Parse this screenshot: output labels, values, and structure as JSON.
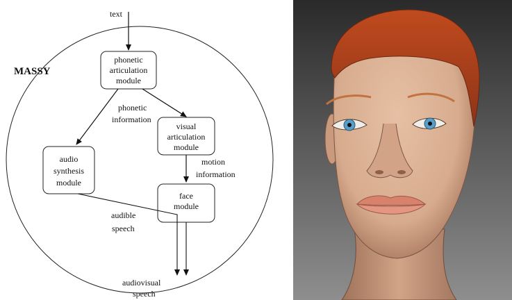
{
  "diagram": {
    "system_label": "MASSY",
    "input_label": "text",
    "output_label_line1": "audiovisual",
    "output_label_line2": "speech",
    "modules": {
      "phonetic": [
        "phonetic",
        "articulation",
        "module"
      ],
      "visual": [
        "visual",
        "articulation",
        "module"
      ],
      "audio": [
        "audio",
        "synthesis",
        "module"
      ],
      "face": [
        "face",
        "module"
      ]
    },
    "edge_labels": {
      "phonetic_info": [
        "phonetic",
        "information"
      ],
      "motion_info": [
        "motion",
        "information"
      ],
      "audible_speech": [
        "audible",
        "speech"
      ]
    }
  },
  "face_render": {
    "background_top": "#2a2a2a",
    "background_bottom": "#8e8e8e",
    "skin_color": "#d7ab8e",
    "hair_color": "#a6401c",
    "eye_color": "#5a9ec7",
    "lip_color": "#d8826c"
  }
}
